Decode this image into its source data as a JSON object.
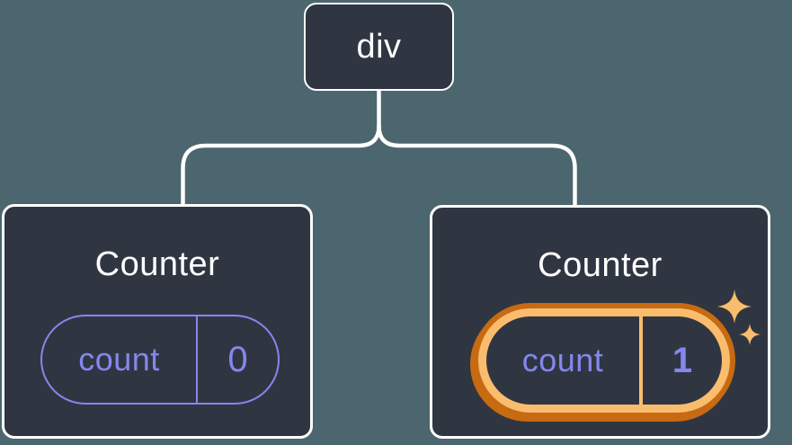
{
  "diagram": {
    "description": "React component tree: a div root with two Counter children; the second Counter's state is highlighted",
    "colors": {
      "background": "#4c666f",
      "node_fill": "#303641",
      "node_border": "#ffffff",
      "connector": "#ffffff",
      "state_purple": "#8487f0",
      "highlight_orange_light": "#fabd6d",
      "highlight_orange_dark": "#c76a11"
    },
    "root": {
      "label": "div"
    },
    "children": [
      {
        "title": "Counter",
        "state_key": "count",
        "state_value": "0",
        "highlighted": false
      },
      {
        "title": "Counter",
        "state_key": "count",
        "state_value": "1",
        "highlighted": true,
        "badge_icon": "sparkles-icon"
      }
    ]
  }
}
